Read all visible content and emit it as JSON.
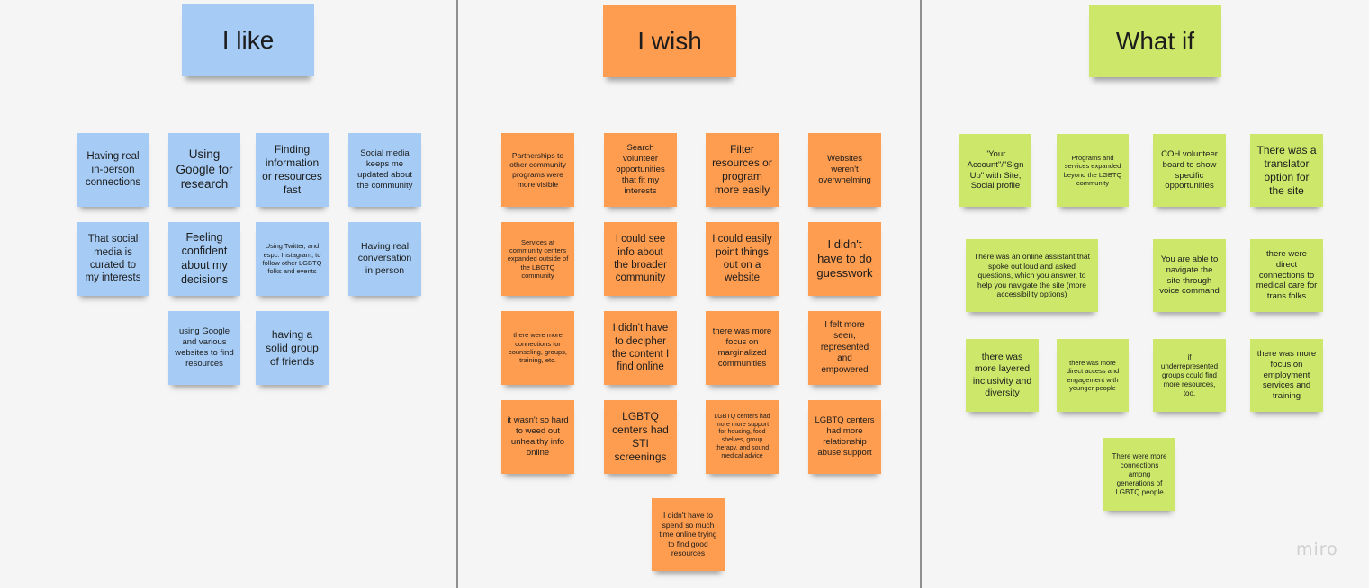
{
  "columns": {
    "like": {
      "title": "I like",
      "color": "#a6ccf5",
      "notes": [
        "Having real in-person connections",
        "Using Google for research",
        "Finding information or resources fast",
        "Social media keeps me updated about the community",
        "That social media is curated to my interests",
        "Feeling confident about my decisions",
        "Using Twitter, and espc. Instagram, to follow other LGBTQ folks and events",
        "Having real conversation in person",
        "using Google and various websites to find resources",
        "having a solid group of friends"
      ]
    },
    "wish": {
      "title": "I wish",
      "color": "#fe9c4f",
      "notes": [
        "Partnerships to other community programs were more visible",
        "Search volunteer opportunities that fit my interests",
        "Filter resources or program more easily",
        "Websites weren't overwhelming",
        "Services at community centers expanded outside of the LBGTQ community",
        "I could see info about the broader community",
        "I could easily point things out on a website",
        "I didn't have to do guesswork",
        "there were more connections for counseling, groups, training, etc.",
        "I didn't have to decipher the content I find online",
        "there was more focus on marginalized communities",
        "I felt more seen, represented and empowered",
        "it wasn't so hard to weed out unhealthy info online",
        "LGBTQ centers had STI screenings",
        "LGBTQ centers had more more support for housing, food shelves, group therapy, and sound medical advice",
        "LGBTQ centers had more relationship abuse support",
        "I didn't have to spend so much time online trying to find good resources"
      ]
    },
    "whatif": {
      "title": "What if",
      "color": "#cde76a",
      "notes": [
        "\"Your Account\"/\"Sign Up\" with Site; Social profile",
        "Programs and services expanded beyond the LGBTQ community",
        "COH volunteer board to show specific opportunities",
        "There was a translator option for the site",
        "There was an online assistant that spoke out loud and asked questions, which you answer, to help you navigate the site (more accessibility options)",
        "You are able to navigate the site through voice command",
        "there were direct connections to medical care for trans folks",
        "there was more layered inclusivity and diversity",
        "there was more direct access and engagement with younger people",
        "if underrepresented groups could find more resources, too.",
        "there was more focus on employment services and training",
        "There were more connections among generations of LGBTQ people"
      ]
    }
  },
  "branding": {
    "logo_text": "miro"
  }
}
